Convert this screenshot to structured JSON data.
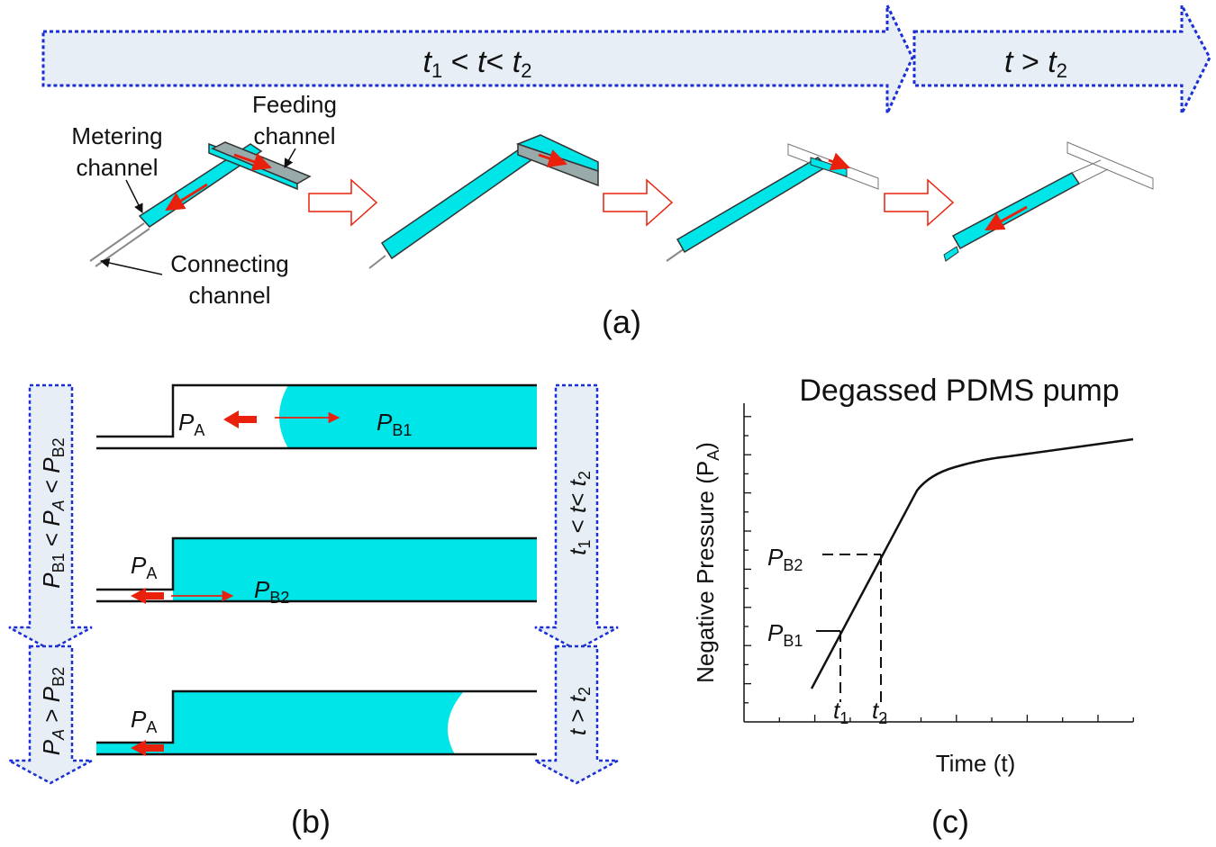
{
  "timeline": {
    "phase1": {
      "t1": "t",
      "t1sub": "1",
      "lt1": " < ",
      "t": "t",
      "lt2": "< ",
      "t2": "t",
      "t2sub": "2"
    },
    "phase2": {
      "t": "t",
      "gt": " > ",
      "t2": "t",
      "t2sub": "2"
    }
  },
  "panel_a": {
    "metering_line1": "Metering",
    "metering_line2": "channel",
    "feeding_line1": "Feeding",
    "feeding_line2": "channel",
    "connecting_line1": "Connecting",
    "connecting_line2": "channel",
    "caption": "(a)"
  },
  "panel_b": {
    "caption": "(b)",
    "left_top": {
      "pb1": "P",
      "pb1sub": "B1",
      "lt1": " < ",
      "pa": "P",
      "pasub": "A",
      "lt2": " < ",
      "pb2": "P",
      "pb2sub": "B2"
    },
    "left_bottom": {
      "pa": "P",
      "pasub": "A",
      "gt": " > ",
      "pb2": "P",
      "pb2sub": "B2"
    },
    "right_top": {
      "t1": "t",
      "t1sub": "1",
      "lt1": " < ",
      "t": "t",
      "lt2": "< ",
      "t2": "t",
      "t2sub": "2"
    },
    "right_bottom": {
      "t": "t",
      "gt": " > ",
      "t2": "t",
      "t2sub": "2"
    },
    "row1": {
      "pa": "P",
      "pasub": "A",
      "pb": "P",
      "pbsub": "B1"
    },
    "row2": {
      "pa": "P",
      "pasub": "A",
      "pb": "P",
      "pbsub": "B2"
    },
    "row3": {
      "pa": "P",
      "pasub": "A"
    }
  },
  "panel_c": {
    "caption": "(c)",
    "title": "Degassed PDMS pump",
    "ylabel": "Negative Pressure (P",
    "ylabel_sub": "A",
    "ylabel_end": ")",
    "xlabel": "Time (t)",
    "pb2": "P",
    "pb2sub": "B2",
    "pb1": "P",
    "pb1sub": "B1",
    "t1": "t",
    "t1sub": "1",
    "t2": "t",
    "t2sub": "2"
  },
  "colors": {
    "fluid": "#00e5e8",
    "arrow": "#e8200c",
    "dash": "#1a2fd6",
    "band": "#e8eef5"
  }
}
